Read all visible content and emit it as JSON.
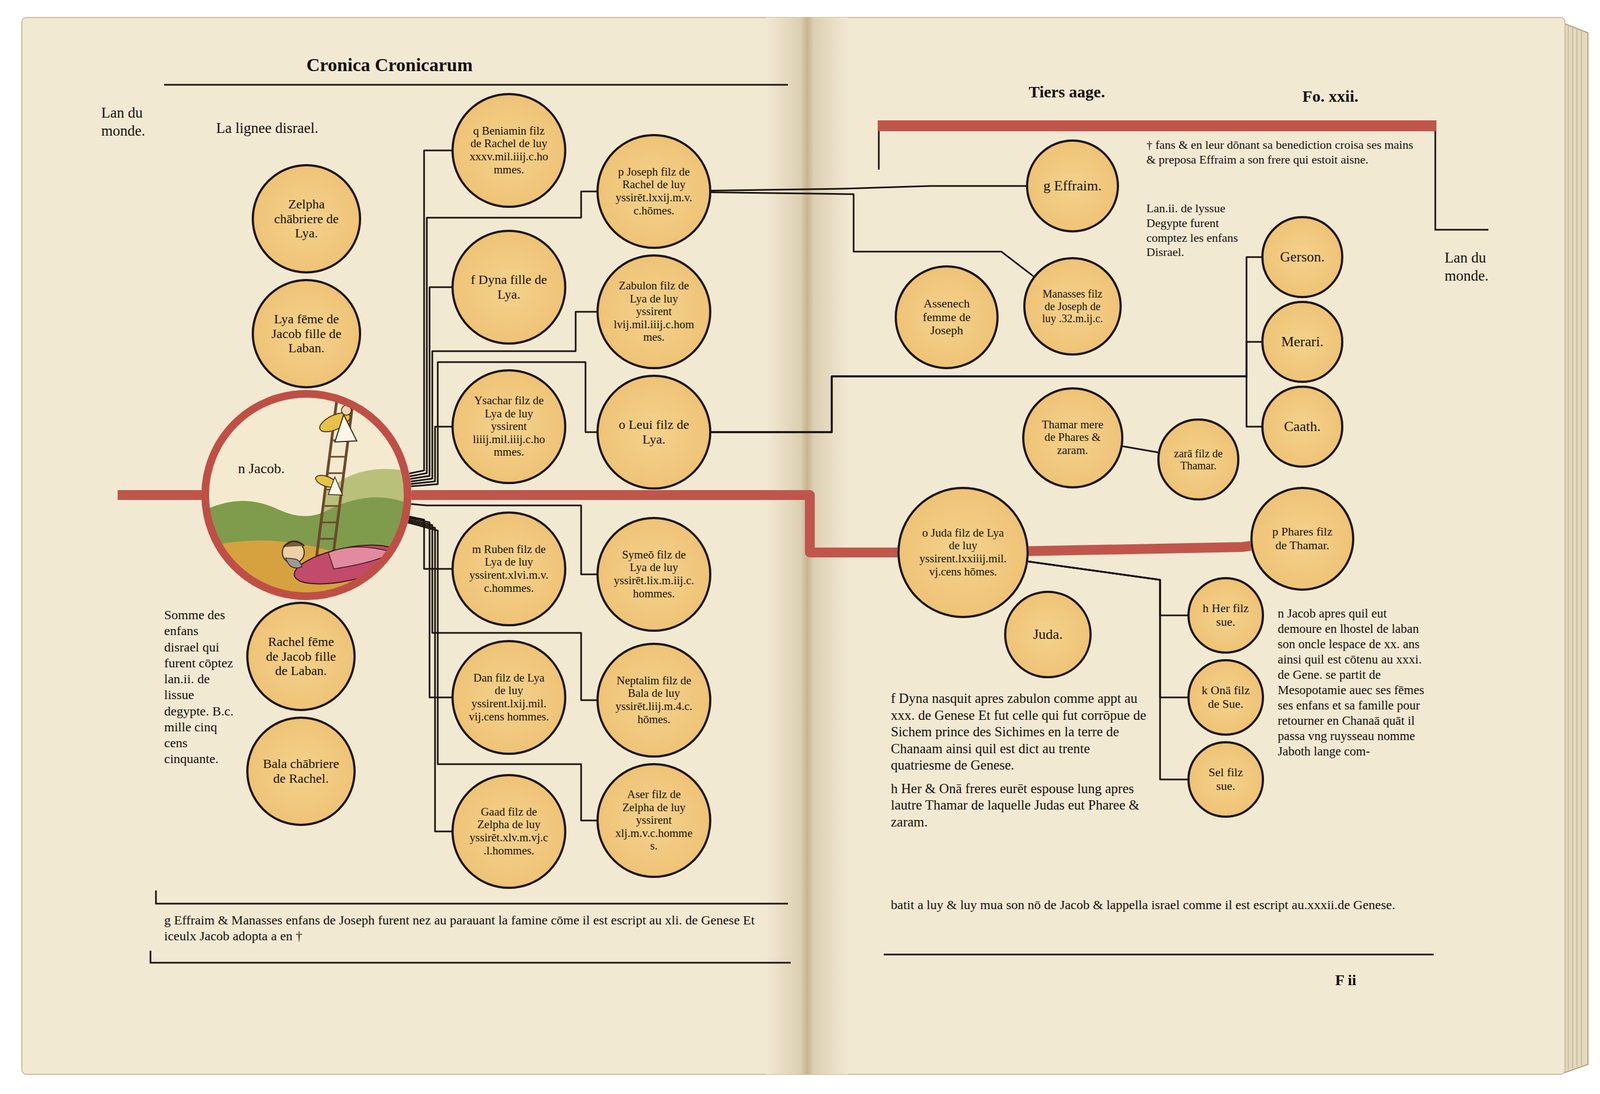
{
  "diagram": {
    "title": "Cronica Cronicarum",
    "nodes": [
      {
        "text": [
          "Zelpha chābriere de Lya."
        ]
      },
      {
        "text": [
          "Lya fēme de Jacob fille de Laban."
        ]
      },
      {
        "text": [
          "n Jacob."
        ]
      },
      {
        "text": [
          "Rachel fēme de Jacob fille de Laban."
        ]
      },
      {
        "text": [
          "Bala chābriere de Rachel."
        ]
      },
      {
        "text": [
          "q Beniamin filz de Rachel de luy xxxv.mil.iiij.c.hommes."
        ]
      },
      {
        "text": [
          "p Joseph filz de Rachel de luy yssirēt.lxxij.m.v.c.hōmes."
        ]
      },
      {
        "text": [
          "f Dyna fille de Lya."
        ]
      },
      {
        "text": [
          "Zabulon filz de Lya de luy yssirent lvij.mil.iiij.c.hommes."
        ]
      },
      {
        "text": [
          "Ysachar filz de Lya de luy yssirent liiij.mil.iiij.c.hommes."
        ]
      },
      {
        "text": [
          "o Leui filz de Lya."
        ]
      },
      {
        "text": [
          "m Ruben filz de Lya de luy yssirent.xlvi.m.v.c.hommes."
        ]
      },
      {
        "text": [
          "Symeō filz de Lya de luy yssirēt.lix.m.iij.c.hommes."
        ]
      },
      {
        "text": [
          "Dan filz de Lya de luy yssirent.lxij.mil.vij.cens hommes."
        ]
      },
      {
        "text": [
          "Neptalim filz de Bala de luy yssirēt.liij.m.4.c.hōmes."
        ]
      },
      {
        "text": [
          "Gaad filz de Zelpha de luy yssirēt.xlv.m.vj.c.l.hommes."
        ]
      },
      {
        "text": [
          "Aser filz de Zelpha de luy yssirent xlj.m.v.c.hommes."
        ]
      },
      {
        "text": [
          "g Effraim."
        ]
      },
      {
        "text": [
          "Manasses filz de Joseph de luy .32.m.ij.c."
        ]
      },
      {
        "text": [
          "Assenech femme de Joseph"
        ]
      },
      {
        "text": [
          "Gerson."
        ]
      },
      {
        "text": [
          "Merari."
        ]
      },
      {
        "text": [
          "Caath."
        ]
      },
      {
        "text": [
          "Thamar mere de Phares & zaram."
        ]
      },
      {
        "text": [
          "zarā filz de Thamar."
        ]
      },
      {
        "text": [
          "o Juda filz de Lya de luy yssirent.lxxiiij.mil.vj.cens hōmes."
        ]
      },
      {
        "text": [
          "p Phares filz de Thamar."
        ]
      },
      {
        "text": [
          "Juda."
        ]
      },
      {
        "text": [
          "h Her filz sue."
        ]
      },
      {
        "text": [
          "k Onā filz de Sue."
        ]
      },
      {
        "text": [
          "Sel filz sue."
        ]
      }
    ],
    "edges": [
      {
        "from": 2,
        "to": 5,
        "arrow": "none"
      },
      {
        "from": 2,
        "to": 6,
        "arrow": "none"
      },
      {
        "from": 2,
        "to": 7,
        "arrow": "none"
      },
      {
        "from": 2,
        "to": 8,
        "arrow": "none"
      },
      {
        "from": 2,
        "to": 9,
        "arrow": "none"
      },
      {
        "from": 2,
        "to": 10,
        "arrow": "none"
      },
      {
        "from": 2,
        "to": 11,
        "arrow": "none"
      },
      {
        "from": 2,
        "to": 12,
        "arrow": "none"
      },
      {
        "from": 2,
        "to": 13,
        "arrow": "none"
      },
      {
        "from": 2,
        "to": 14,
        "arrow": "none"
      },
      {
        "from": 2,
        "to": 15,
        "arrow": "none"
      },
      {
        "from": 2,
        "to": 16,
        "arrow": "none"
      },
      {
        "from": 2,
        "to": 25,
        "arrow": "none"
      },
      {
        "from": 25,
        "to": 26,
        "arrow": "none"
      },
      {
        "from": 6,
        "to": 17,
        "arrow": "none"
      },
      {
        "from": 6,
        "to": 18,
        "arrow": "none"
      },
      {
        "from": 10,
        "to": 20,
        "arrow": "none"
      },
      {
        "from": 10,
        "to": 21,
        "arrow": "none"
      },
      {
        "from": 10,
        "to": 22,
        "arrow": "none"
      },
      {
        "from": 23,
        "to": 24,
        "arrow": "none"
      },
      {
        "from": 25,
        "to": 28,
        "arrow": "none"
      },
      {
        "from": 25,
        "to": 29,
        "arrow": "none"
      },
      {
        "from": 25,
        "to": 30,
        "arrow": "none"
      }
    ],
    "labels": [
      "Lan du monde.",
      "La lignee disrael.",
      "Somme des enfans disrael qui furent cōptez lan.ii. de lissue degypte. B.c. mille cinq cens cinquante.",
      "g Effraim & Manasses enfans de Joseph furent nez au parauant la famine cōme il est escript au xli. de Genese Et iceulx Jacob adopta a en †",
      "Tiers aage.",
      "Fo. xxii.",
      "† fans & en leur dōnant sa benediction croisa ses mains & preposa Effraim a son frere qui estoit aisne.",
      "Lan.ii. de lyssue Degypte furent comptez les enfans Disrael.",
      "Lan du monde.",
      "f Dyna nasquit apres zabulon comme appt au xxx. de Genese Et fut celle qui fut corrōpue de Sichem prince des Sichimes en la terre de Chanaam ainsi quil est dict au trente quatriesme de Genese.",
      "h Her & Onā freres eurēt espouse lung apres lautre Thamar de laquelle Judas eut Pharee & zaram.",
      "n Jacob apres quil eut demoure en lhostel de laban son oncle lespace de xx. ans ainsi quil est cōtenu au xxxi. de Gene. se partit de Mesopotamie auec ses fēmes ses enfans et sa famille pour retourner en Chanaā quāt il passa vng ruysseau nomme Jaboth lange com-",
      "batit a luy & luy mua son nō de Jacob & lappella israel comme il est escript au.xxxii.de Genese.",
      "F ii"
    ]
  }
}
